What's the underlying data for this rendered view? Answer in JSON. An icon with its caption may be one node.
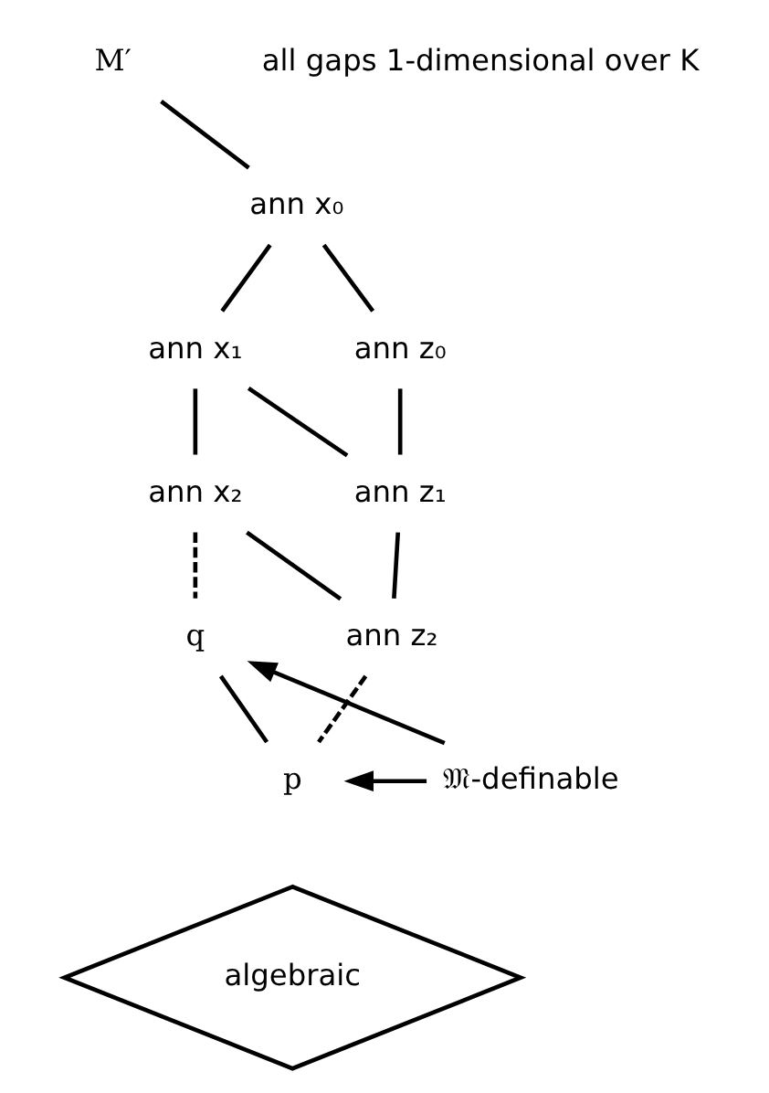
{
  "diagram": {
    "nodes": [
      {
        "text": [
          "M′"
        ]
      },
      {
        "text": [
          "ann x₀"
        ]
      },
      {
        "text": [
          "ann x₁"
        ]
      },
      {
        "text": [
          "ann z₀"
        ]
      },
      {
        "text": [
          "ann x₂"
        ]
      },
      {
        "text": [
          "ann z₁"
        ]
      },
      {
        "text": [
          "ann z₂"
        ]
      },
      {
        "text": [
          "q"
        ]
      },
      {
        "text": [
          "p"
        ]
      },
      {
        "text": [
          "𝔐-definable"
        ]
      },
      {
        "text": [
          "algebraic"
        ]
      }
    ],
    "edges": [
      {
        "from": 0,
        "to": 1,
        "arrow": "none"
      },
      {
        "from": 1,
        "to": 2,
        "arrow": "none"
      },
      {
        "from": 1,
        "to": 3,
        "arrow": "none"
      },
      {
        "from": 2,
        "to": 4,
        "arrow": "none"
      },
      {
        "from": 2,
        "to": 5,
        "arrow": "none"
      },
      {
        "from": 3,
        "to": 5,
        "arrow": "none"
      },
      {
        "from": 4,
        "to": 7,
        "arrow": "none",
        "style": "dashed"
      },
      {
        "from": 4,
        "to": 6,
        "arrow": "none"
      },
      {
        "from": 5,
        "to": 6,
        "arrow": "none"
      },
      {
        "from": 6,
        "to": 8,
        "arrow": "none",
        "style": "dashed"
      },
      {
        "from": 7,
        "to": 8,
        "arrow": "none"
      },
      {
        "from": 9,
        "to": 7,
        "arrow": "to"
      },
      {
        "from": 9,
        "to": 8,
        "arrow": "to"
      }
    ],
    "labels": [
      "all gaps 1-dimensional over K"
    ]
  }
}
